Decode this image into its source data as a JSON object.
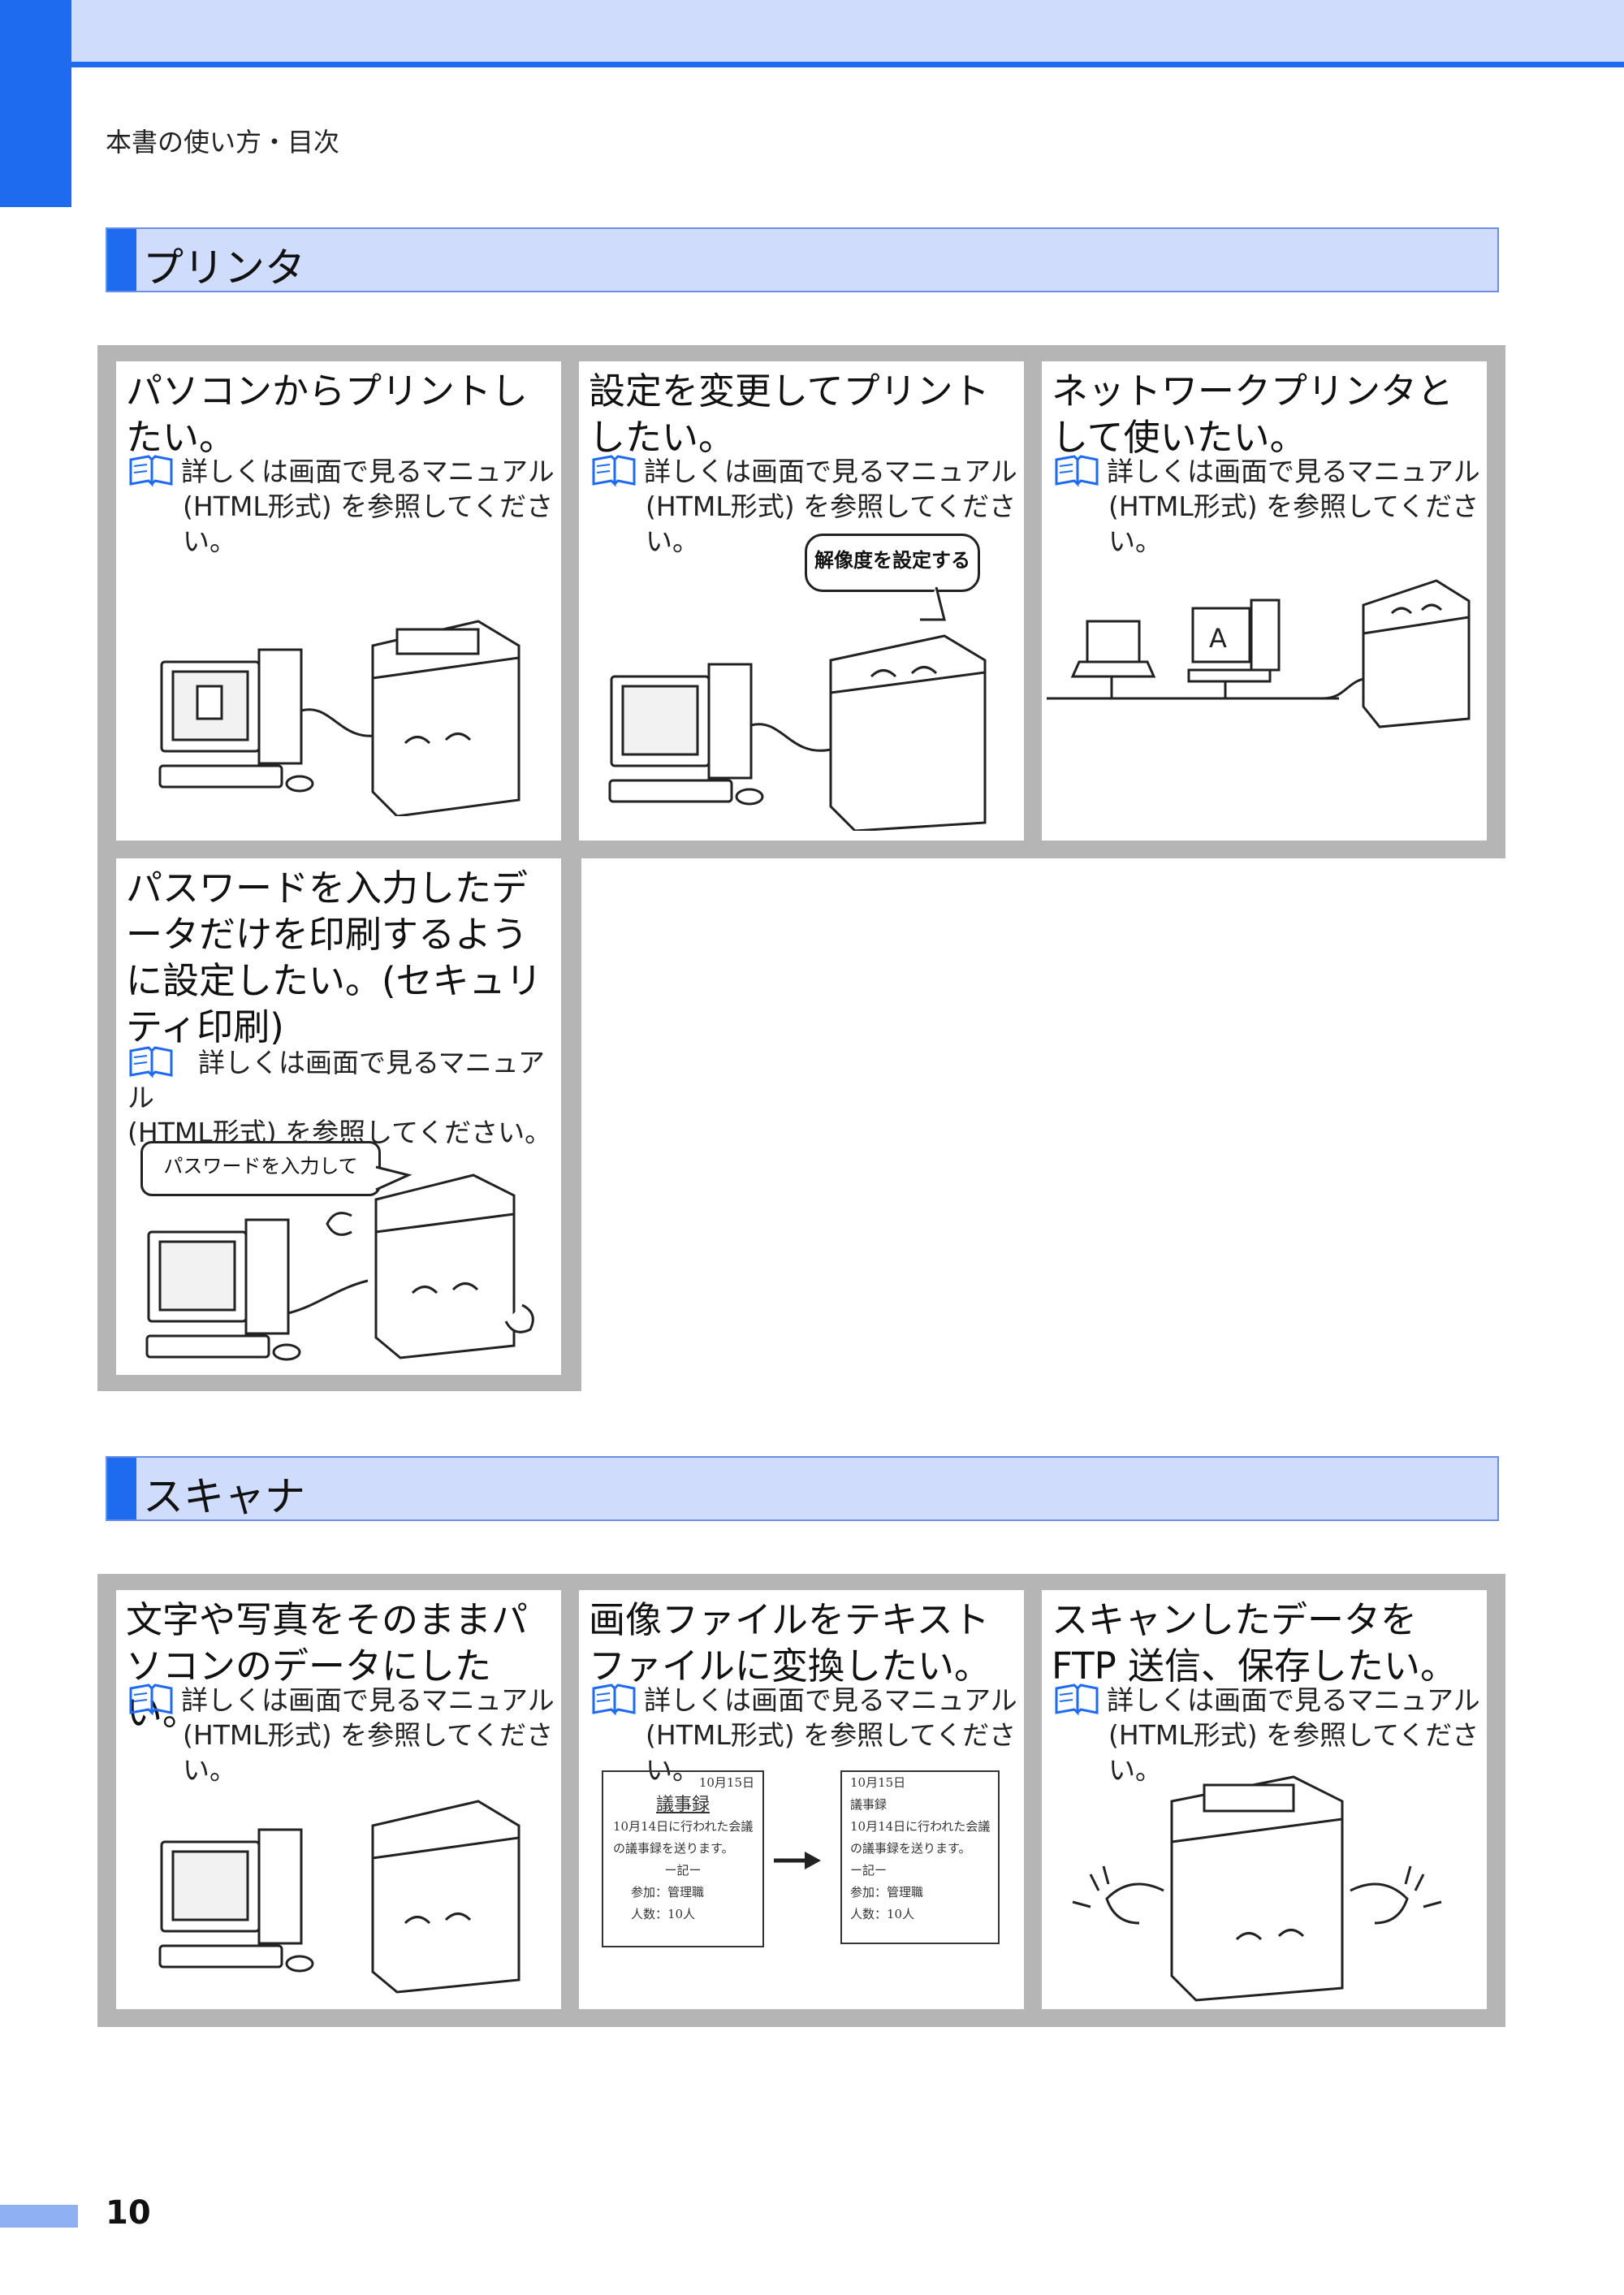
{
  "breadcrumb": "本書の使い方・目次",
  "sections": {
    "printer": {
      "title": "プリンタ"
    },
    "scanner": {
      "title": "スキャナ"
    }
  },
  "panels": {
    "p1": {
      "title": "パソコンからプリントしたい。",
      "ref_line1": "詳しくは画面で見るマニュアル",
      "ref_line2": "(HTML形式) を参照してください。"
    },
    "p2": {
      "title": "設定を変更してプリントしたい。",
      "ref_line1": "詳しくは画面で見るマニュアル",
      "ref_line2": "(HTML形式) を参照してください。",
      "bubble": "解像度を設定する"
    },
    "p3": {
      "title": "ネットワークプリンタとして使いたい。",
      "ref_line1": "詳しくは画面で見るマニュアル",
      "ref_line2": "(HTML形式) を参照してください。",
      "screen_letter": "A"
    },
    "p4": {
      "title": "パスワードを入力したデータだけを印刷するように設定したい。(セキュリティ印刷)",
      "ref_line1": "詳しくは画面で見るマニュアル",
      "ref_line2": "(HTML形式) を参照してください。",
      "bubble": "パスワードを入力して"
    },
    "s1": {
      "title": "文字や写真をそのままパソコンのデータにしたい。",
      "ref_line1": "詳しくは画面で見るマニュアル",
      "ref_line2": "(HTML形式) を参照してください。"
    },
    "s2": {
      "title": "画像ファイルをテキストファイルに変換したい。",
      "ref_line1": "詳しくは画面で見るマニュアル",
      "ref_line2": "(HTML形式) を参照してください。",
      "doc_date": "10月15日",
      "doc_title": "議事録",
      "doc_line1": "10月14日に行われた会議",
      "doc_line2": "の議事録を送ります。",
      "doc_line3": "ー記ー",
      "doc_line4": "参加：管理職",
      "doc_line5": "人数：10人"
    },
    "s3": {
      "title": "スキャンしたデータを FTP 送信、保存したい。",
      "ref_line1": "詳しくは画面で見るマニュアル",
      "ref_line2": "(HTML形式) を参照してください。"
    }
  },
  "page_number": "10",
  "colors": {
    "accent_blue": "#1e6bf0",
    "header_fill": "#cfdcfb",
    "panel_border": "#b5b5b5"
  },
  "icons": {
    "reference": "manual-book-icon"
  }
}
